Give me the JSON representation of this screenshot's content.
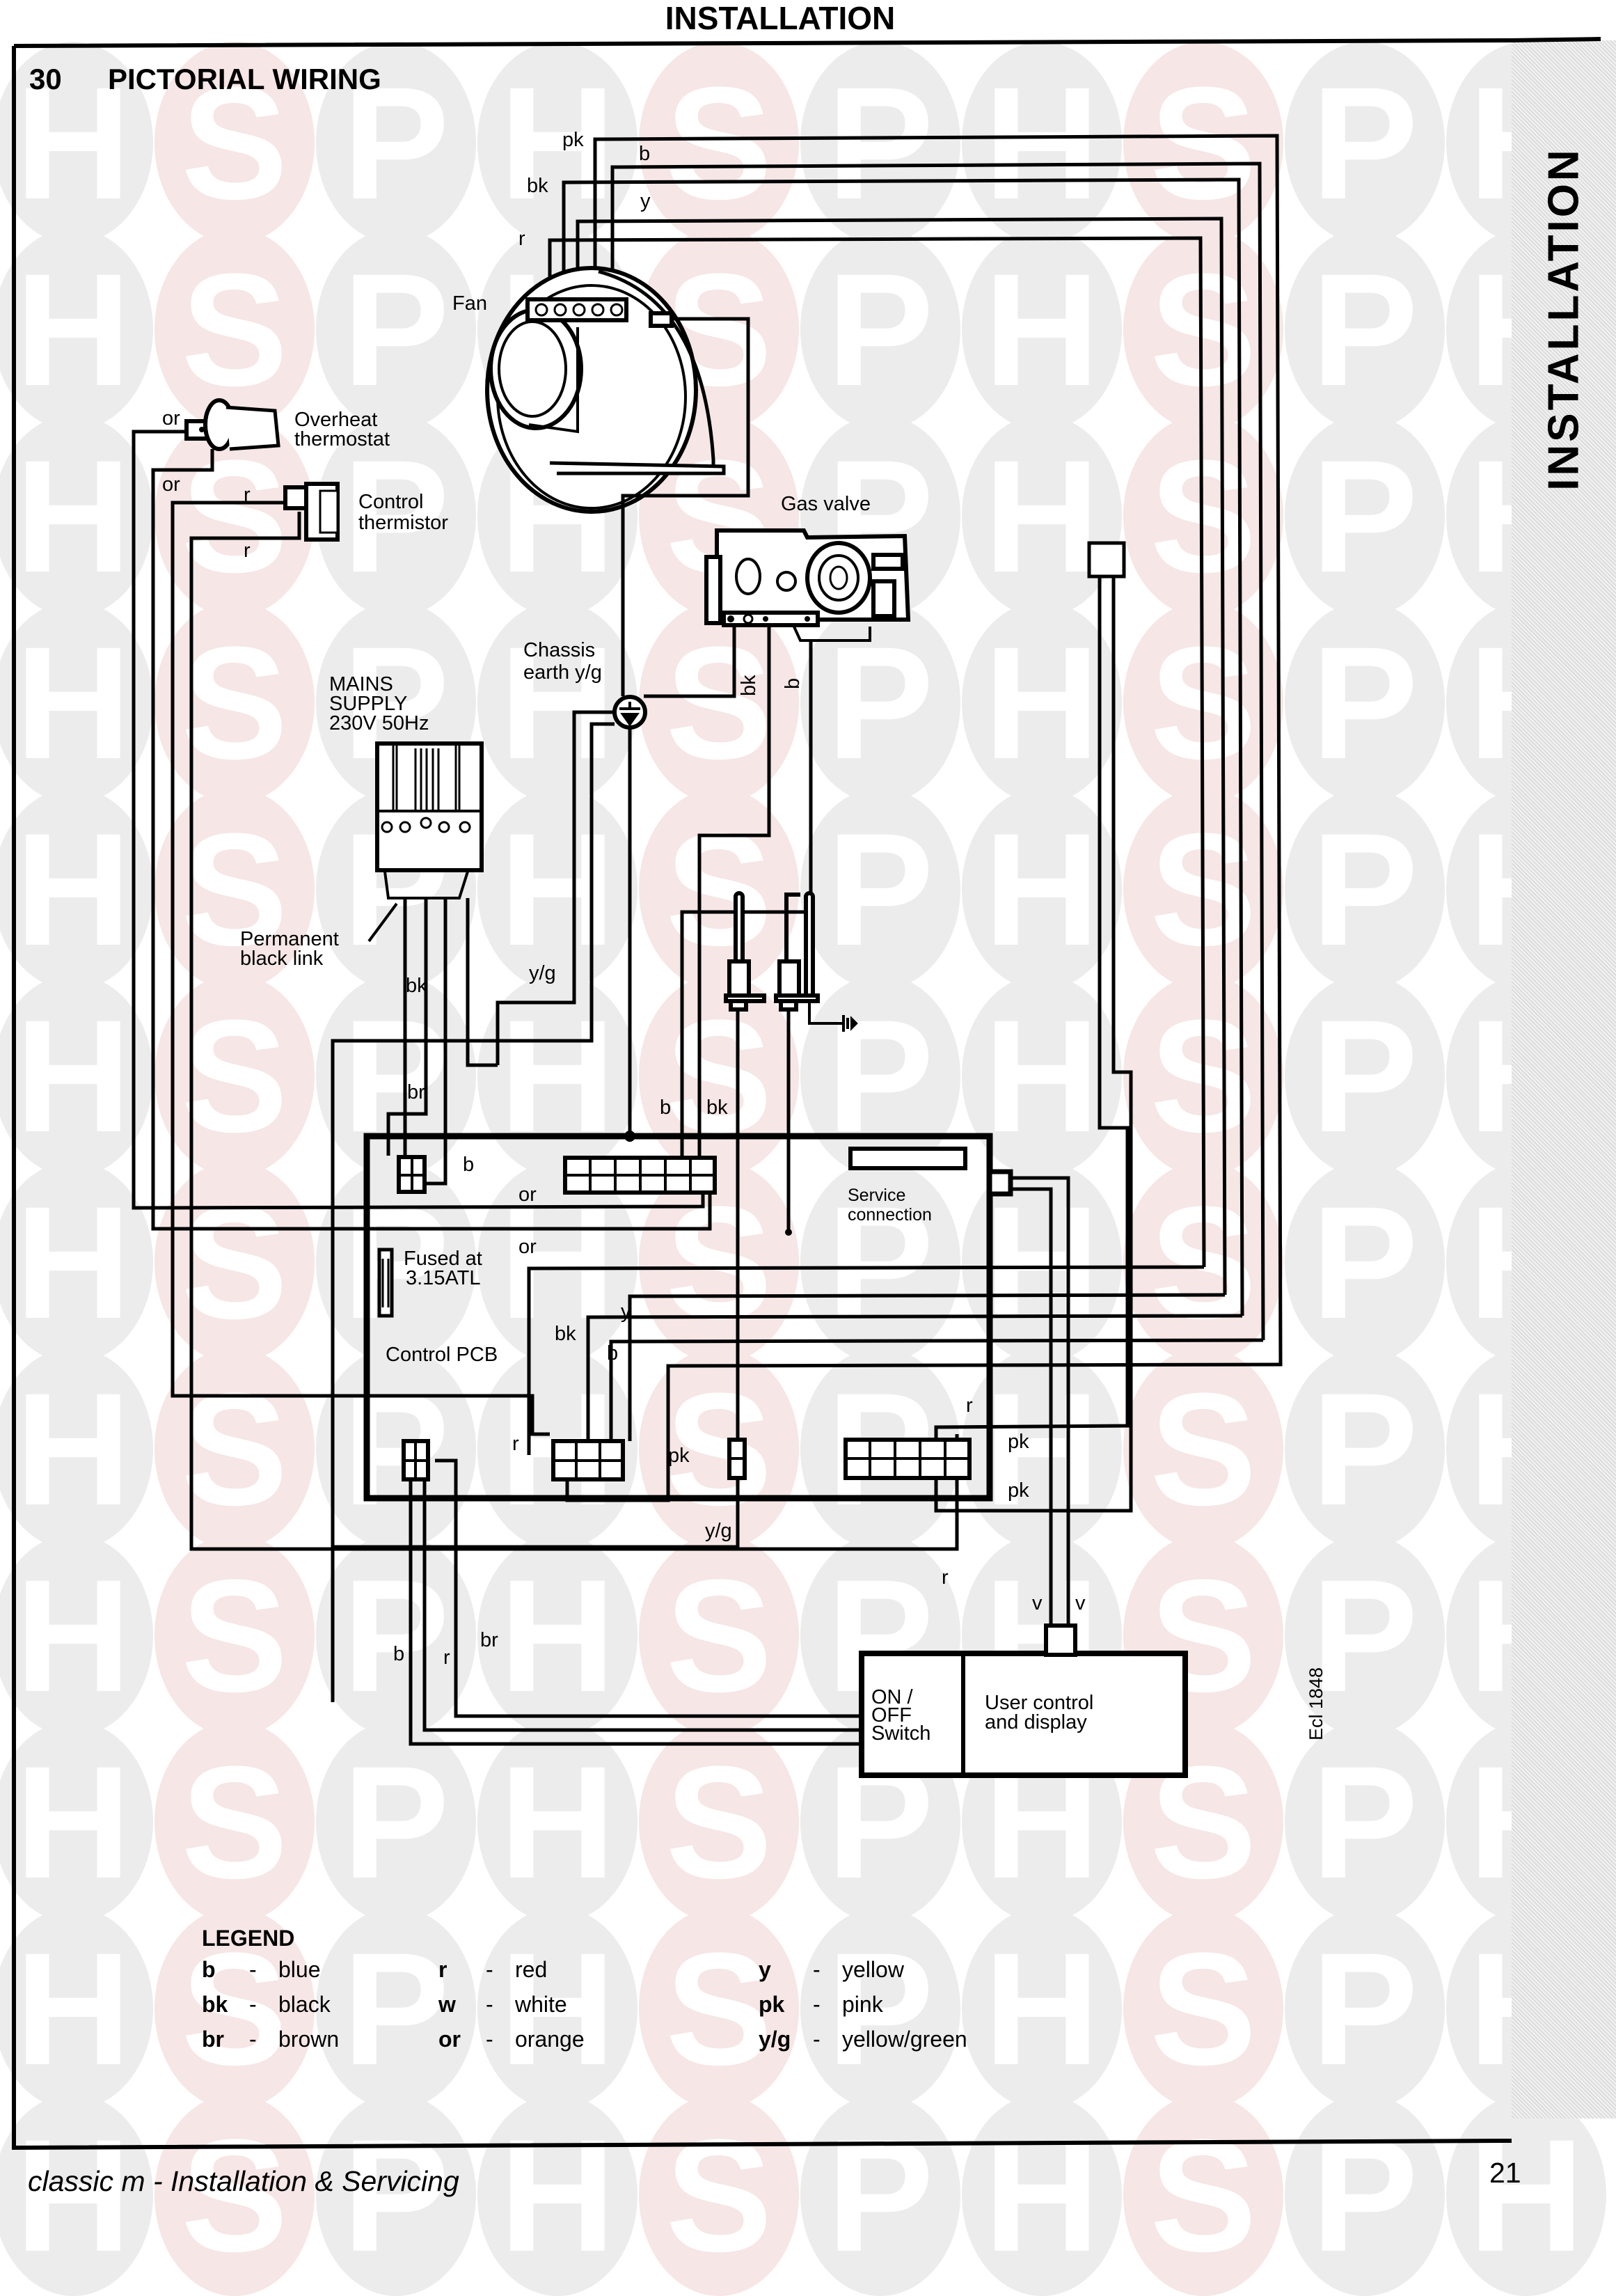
{
  "page": {
    "header": "INSTALLATION",
    "side_tab": "INSTALLATION",
    "section_number": "30",
    "section_title": "PICTORIAL WIRING",
    "footer_title": "classic m - Installation & Servicing",
    "page_number": "21",
    "drawing_ref": "Ecl 1848",
    "watermark_letters": [
      "H",
      "S",
      "P"
    ]
  },
  "components": {
    "fan": "Fan",
    "overheat_thermostat": [
      "Overheat",
      "thermostat"
    ],
    "control_thermistor": [
      "Control",
      "thermistor"
    ],
    "gas_valve": "Gas valve",
    "chassis_earth": [
      "Chassis",
      "earth y/g"
    ],
    "mains_supply": [
      "MAINS",
      "SUPPLY",
      "230V 50Hz"
    ],
    "permanent_link": [
      "Permanent",
      "black link"
    ],
    "fuse": [
      "Fused at",
      "3.15ATL"
    ],
    "control_pcb": "Control PCB",
    "service_connection": [
      "Service",
      "connection"
    ],
    "on_off_switch": [
      "ON /",
      "OFF",
      "Switch"
    ],
    "user_control": [
      "User control",
      "and display"
    ]
  },
  "wire_labels": {
    "fan_pk": "pk",
    "fan_b": "b",
    "fan_bk": "bk",
    "fan_y": "y",
    "fan_r": "r",
    "ot_or_1": "or",
    "ot_or_2": "or",
    "th_r_1": "r",
    "th_r_2": "r",
    "gv_bk": "bk",
    "gv_b": "b",
    "mains_yg": "y/g",
    "mains_bk": "bk",
    "mains_br": "br",
    "mains_b": "b",
    "pcb_b": "b",
    "pcb_bk": "bk",
    "pcb_or_1": "or",
    "pcb_or_2": "or",
    "pcb_y": "y",
    "pcb_bk2": "bk",
    "pcb_b2": "b",
    "pcb_r_left": "r",
    "pcb_pk_mid": "pk",
    "pcb_r_right": "r",
    "pcb_pk_1": "pk",
    "pcb_pk_2": "pk",
    "pcb_yg": "y/g",
    "pcb_r_low": "r",
    "sw_b": "b",
    "sw_r": "r",
    "sw_br": "br",
    "uc_v1": "v",
    "uc_v2": "v"
  },
  "legend": {
    "title": "LEGEND",
    "columns": [
      [
        {
          "code": "b",
          "color": "blue"
        },
        {
          "code": "bk",
          "color": "black"
        },
        {
          "code": "br",
          "color": "brown"
        }
      ],
      [
        {
          "code": "r",
          "color": "red"
        },
        {
          "code": "w",
          "color": "white"
        },
        {
          "code": "or",
          "color": "orange"
        }
      ],
      [
        {
          "code": "y",
          "color": "yellow"
        },
        {
          "code": "pk",
          "color": "pink"
        },
        {
          "code": "y/g",
          "color": "yellow/green"
        }
      ]
    ],
    "separator": "-"
  }
}
